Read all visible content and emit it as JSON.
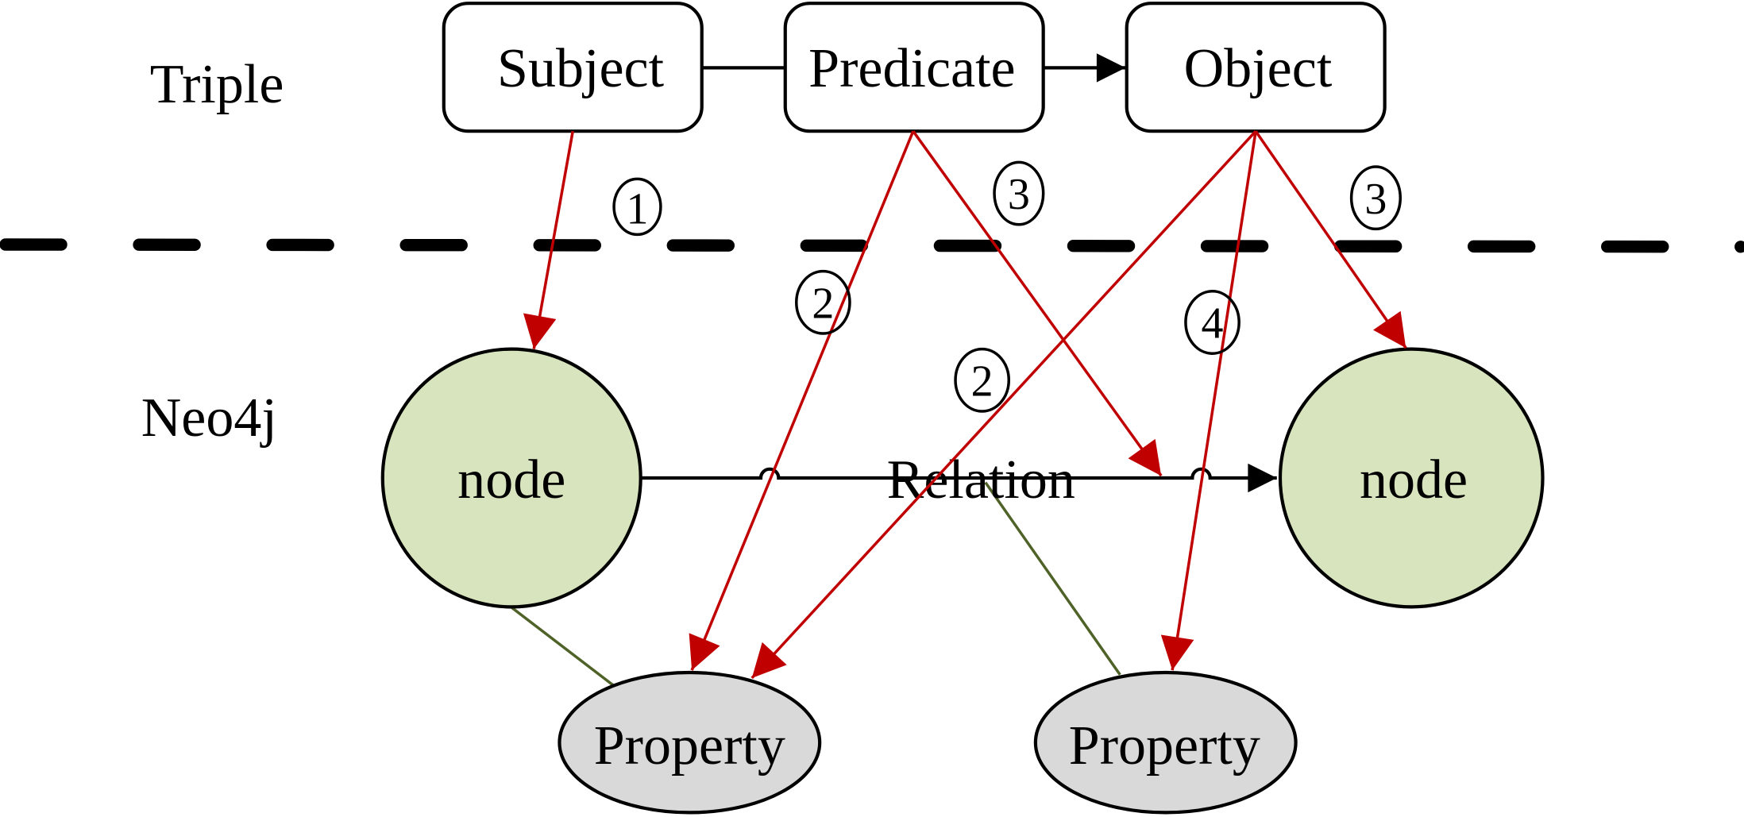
{
  "rows": {
    "triple_label": "Triple",
    "neo4j_label": "Neo4j"
  },
  "triple": {
    "subject": "Subject",
    "predicate": "Predicate",
    "object": "Object"
  },
  "graph": {
    "node_left": "node",
    "node_right": "node",
    "relation": "Relation",
    "property_left": "Property",
    "property_right": "Property"
  },
  "mappings": [
    {
      "step": "①",
      "from": "Subject",
      "to": "node (left)"
    },
    {
      "step": "②",
      "from": "Predicate",
      "to": "Property (left)"
    },
    {
      "step": "③",
      "from": "Predicate",
      "to": "Relation"
    },
    {
      "step": "②",
      "from": "Object",
      "to": "Property (left)"
    },
    {
      "step": "④",
      "from": "Object",
      "to": "Property (right)"
    },
    {
      "step": "③",
      "from": "Object",
      "to": "node (right)"
    }
  ],
  "step_labels": {
    "s1": "①",
    "s2a": "②",
    "s2b": "②",
    "s3a": "③",
    "s3b": "③",
    "s4": "④"
  },
  "colors": {
    "mapping_arrow": "#C00000",
    "node_fill": "#D7E4BD",
    "property_fill": "#D9D9D9",
    "property_link": "#4F6228",
    "stroke": "#000000"
  }
}
